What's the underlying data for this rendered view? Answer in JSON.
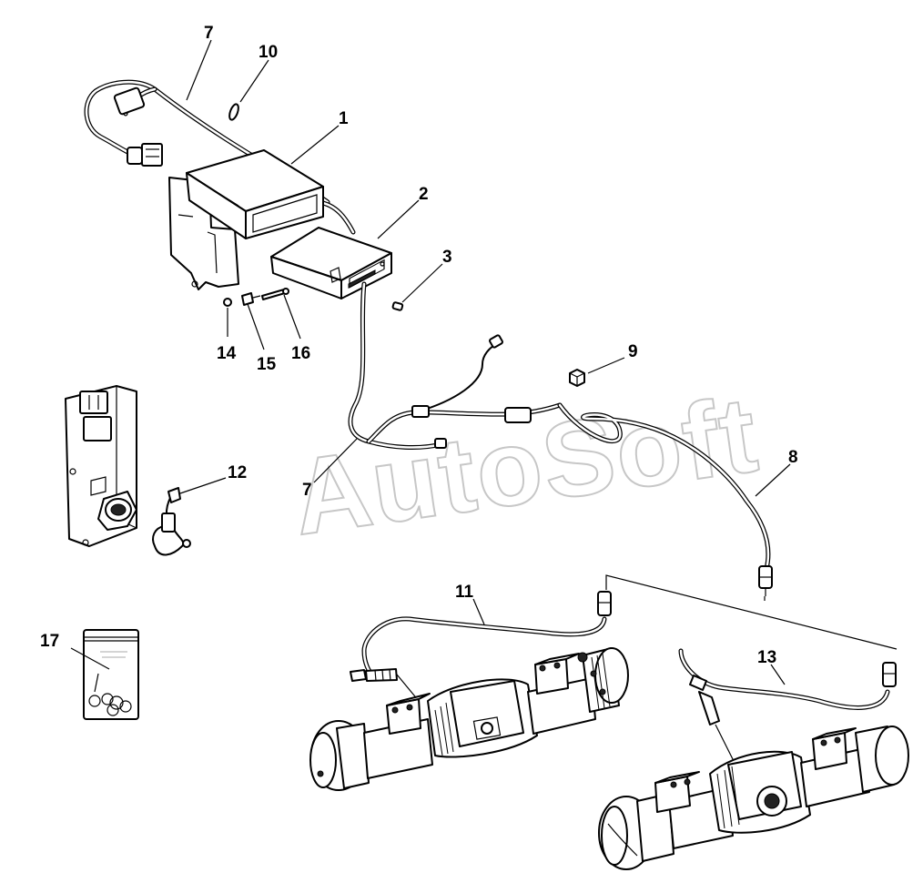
{
  "watermark": {
    "text": "AutoSoft"
  },
  "callouts": [
    {
      "id": "c1",
      "label": "1"
    },
    {
      "id": "c2",
      "label": "2"
    },
    {
      "id": "c3",
      "label": "3"
    },
    {
      "id": "c7a",
      "label": "7"
    },
    {
      "id": "c7b",
      "label": "7"
    },
    {
      "id": "c8",
      "label": "8"
    },
    {
      "id": "c9",
      "label": "9"
    },
    {
      "id": "c10",
      "label": "10"
    },
    {
      "id": "c11",
      "label": "11"
    },
    {
      "id": "c12",
      "label": "12"
    },
    {
      "id": "c13",
      "label": "13"
    },
    {
      "id": "c14",
      "label": "14"
    },
    {
      "id": "c15",
      "label": "15"
    },
    {
      "id": "c16",
      "label": "16"
    },
    {
      "id": "c17",
      "label": "17"
    }
  ],
  "colors": {
    "line": "#000000",
    "watermark": "#9a9a9a",
    "background": "#ffffff"
  }
}
